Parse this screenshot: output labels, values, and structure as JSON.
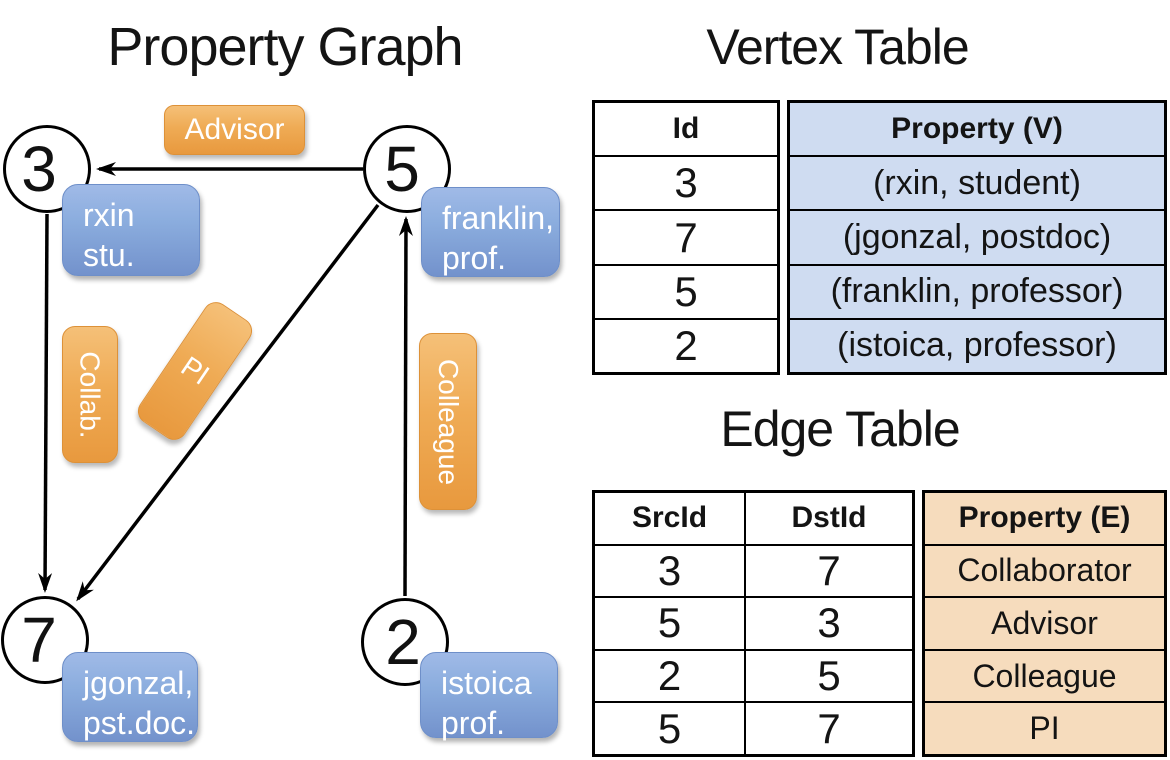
{
  "graph": {
    "title": "Property Graph",
    "nodes": [
      {
        "id": "3",
        "label": [
          "rxin",
          "stu."
        ]
      },
      {
        "id": "5",
        "label": [
          "franklin,",
          "prof."
        ]
      },
      {
        "id": "7",
        "label": [
          "jgonzal,",
          "pst.doc."
        ]
      },
      {
        "id": "2",
        "label": [
          "istoica",
          "prof."
        ]
      }
    ],
    "edges": [
      {
        "label": "Advisor",
        "src": "5",
        "dst": "3"
      },
      {
        "label": "Collab.",
        "src": "3",
        "dst": "7"
      },
      {
        "label": "PI",
        "src": "5",
        "dst": "7"
      },
      {
        "label": "Colleague",
        "src": "2",
        "dst": "5"
      }
    ]
  },
  "vertex_table": {
    "title": "Vertex Table",
    "columns": [
      "Id",
      "Property (V)"
    ],
    "rows": [
      [
        "3",
        "(rxin, student)"
      ],
      [
        "7",
        "(jgonzal, postdoc)"
      ],
      [
        "5",
        "(franklin, professor)"
      ],
      [
        "2",
        "(istoica, professor)"
      ]
    ]
  },
  "edge_table": {
    "title": "Edge Table",
    "columns": [
      "SrcId",
      "DstId",
      "Property (E)"
    ],
    "rows": [
      [
        "3",
        "7",
        "Collaborator"
      ],
      [
        "5",
        "3",
        "Advisor"
      ],
      [
        "2",
        "5",
        "Colleague"
      ],
      [
        "5",
        "7",
        "PI"
      ]
    ]
  },
  "colors": {
    "background": "#ffffff",
    "line": "#000000",
    "edge_label_orange_top": "#f5c078",
    "edge_label_orange_bottom": "#e8993e",
    "vertex_label_blue_top": "#a0bae7",
    "vertex_label_blue_bottom": "#7392cc",
    "vertex_table_fill": "#cfdcf1",
    "edge_table_fill": "#f6dcbd"
  }
}
